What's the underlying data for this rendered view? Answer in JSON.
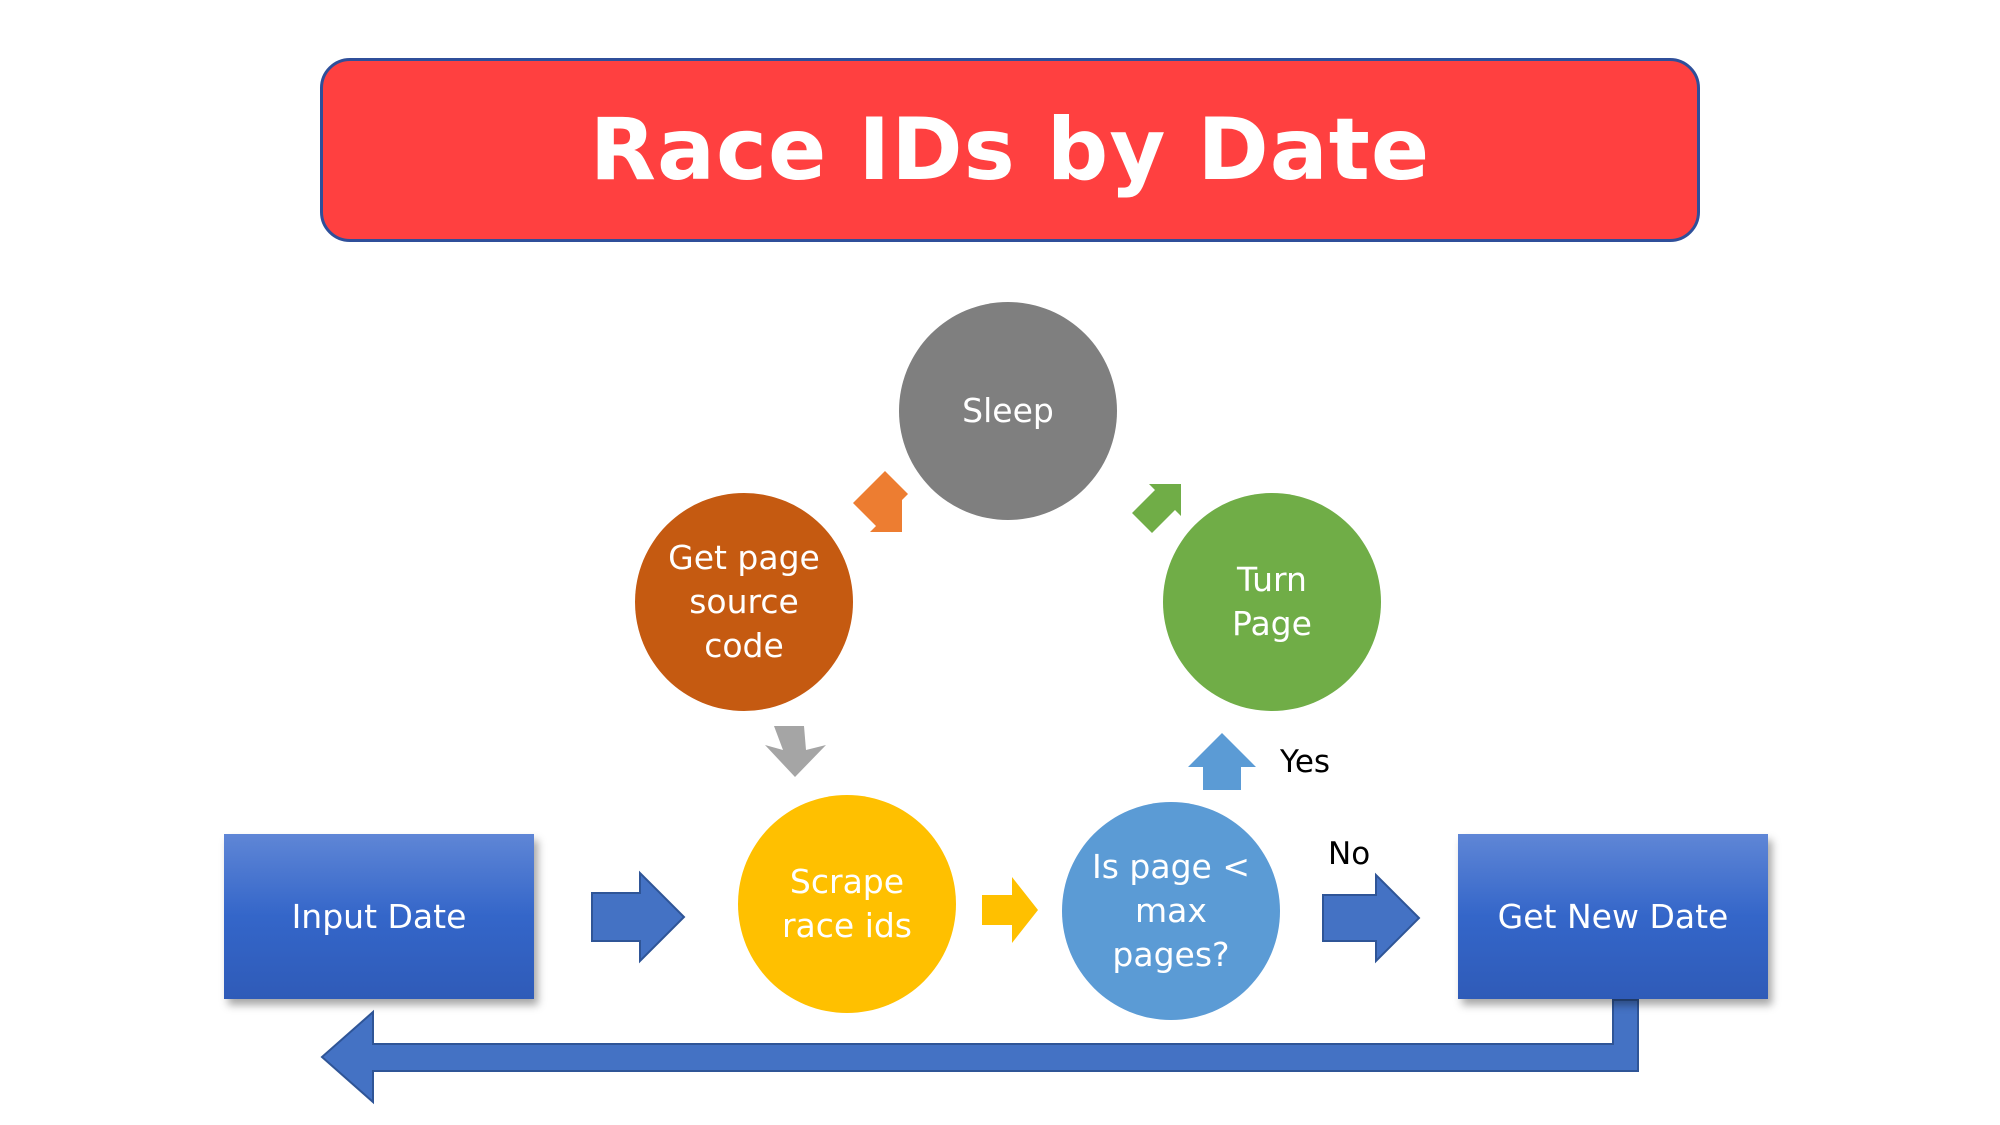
{
  "title": "Race IDs by Date",
  "nodes": {
    "sleep": {
      "label": "Sleep",
      "color": "#7f7f7f"
    },
    "get_page_source": {
      "label": "Get page\nsource\ncode",
      "color": "#c55a11"
    },
    "turn_page": {
      "label": "Turn\nPage",
      "color": "#70ad47"
    },
    "scrape": {
      "label": "Scrape\nrace ids",
      "color": "#ffc000"
    },
    "is_page_less": {
      "label": "Is page <\nmax\npages?",
      "color": "#5b9bd5"
    },
    "input_date": {
      "label": "Input Date",
      "color": "#4472c4"
    },
    "get_new_date": {
      "label": "Get New Date",
      "color": "#4472c4"
    }
  },
  "edge_labels": {
    "yes": "Yes",
    "no": "No"
  },
  "colors": {
    "banner": "#ff4040",
    "arrow_blue": "#4472c4",
    "arrow_orange": "#ed7d31",
    "arrow_green": "#70ad47",
    "arrow_gray": "#a5a5a5",
    "arrow_yellow": "#ffc000",
    "arrow_lightblue": "#5b9bd5"
  }
}
